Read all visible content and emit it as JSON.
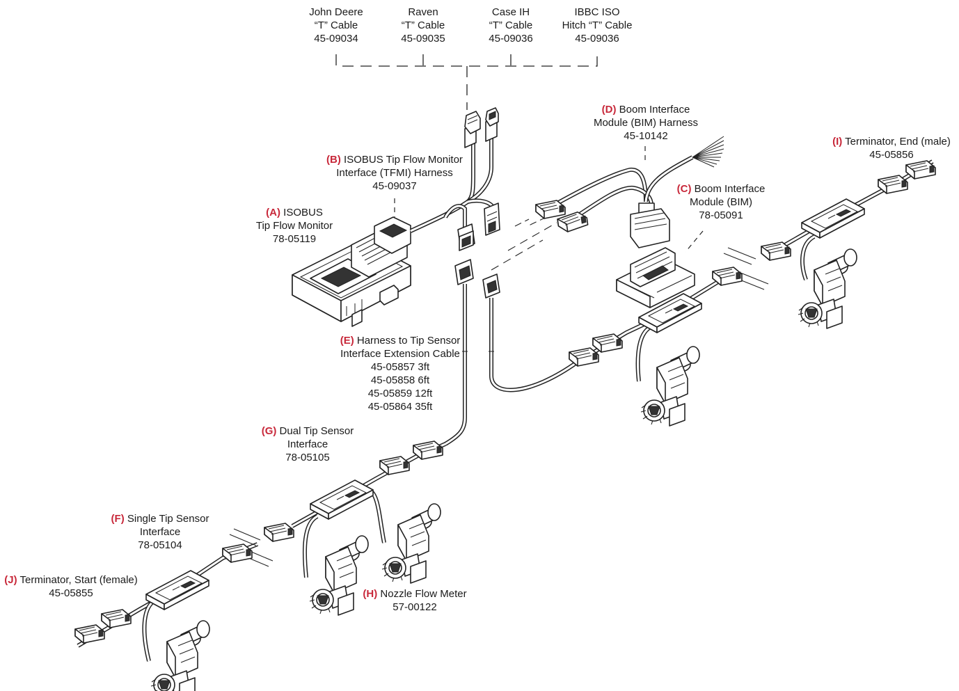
{
  "labels": {
    "t_john_deere": {
      "lines": [
        "John Deere",
        "“T” Cable",
        "45-09034"
      ]
    },
    "t_raven": {
      "lines": [
        "Raven",
        "“T” Cable",
        "45-09035"
      ]
    },
    "t_case_ih": {
      "lines": [
        "Case IH",
        "“T” Cable",
        "45-09036"
      ]
    },
    "t_ibbc": {
      "lines": [
        "IBBC ISO",
        "Hitch “T” Cable",
        "45-09036"
      ]
    },
    "a": {
      "key": "(A)",
      "lines": [
        "ISOBUS",
        "Tip Flow Monitor",
        "78-05119"
      ]
    },
    "b": {
      "key": "(B)",
      "lines": [
        "ISOBUS Tip Flow Monitor",
        "Interface (TFMI) Harness",
        "45-09037"
      ]
    },
    "c": {
      "key": "(C)",
      "lines": [
        "Boom Interface",
        "Module (BIM)",
        "78-05091"
      ]
    },
    "d": {
      "key": "(D)",
      "lines": [
        "Boom Interface",
        "Module (BIM) Harness",
        "45-10142"
      ]
    },
    "e": {
      "key": "(E)",
      "lines": [
        "Harness to Tip Sensor",
        "Interface Extension Cable",
        "45-05857 3ft",
        "45-05858 6ft",
        "45-05859 12ft",
        "45-05864 35ft"
      ]
    },
    "f": {
      "key": "(F)",
      "lines": [
        "Single Tip Sensor",
        "Interface",
        "78-05104"
      ]
    },
    "g": {
      "key": "(G)",
      "lines": [
        "Dual Tip Sensor",
        "Interface",
        "78-05105"
      ]
    },
    "h": {
      "key": "(H)",
      "lines": [
        "Nozzle Flow Meter",
        "57-00122"
      ]
    },
    "i": {
      "key": "(I)",
      "lines": [
        "Terminator, End (male)",
        "45-05856"
      ]
    },
    "j": {
      "key": "(J)",
      "lines": [
        "Terminator, Start (female)",
        "45-05855"
      ]
    }
  },
  "colors": {
    "key_red": "#c8283a",
    "ink": "#222222"
  }
}
